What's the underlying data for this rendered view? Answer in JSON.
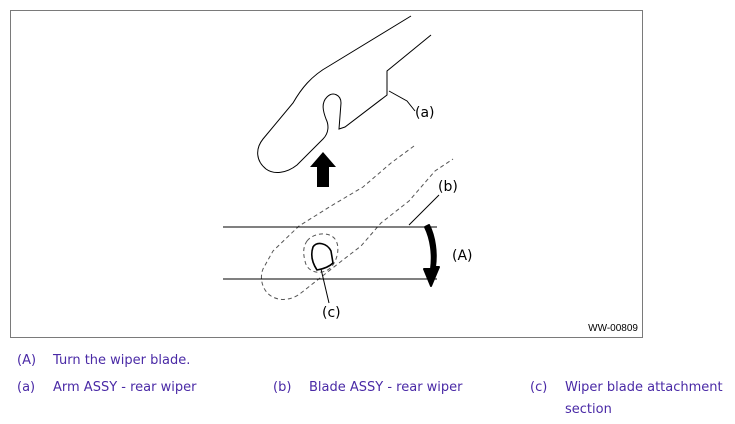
{
  "figure": {
    "code": "WW-00809",
    "callouts": {
      "a": "(a)",
      "b": "(b)",
      "c": "(c)",
      "A": "(A)"
    }
  },
  "legend": {
    "A": {
      "key": "(A)",
      "text": "Turn the wiper blade."
    },
    "a": {
      "key": "(a)",
      "text": "Arm ASSY - rear wiper"
    },
    "b": {
      "key": "(b)",
      "text": "Blade ASSY - rear wiper"
    },
    "c": {
      "key": "(c)",
      "text_line1": "Wiper blade attachment",
      "text_line2": "section"
    }
  },
  "colors": {
    "legend_text": "#4a2aa6",
    "border": "#7a7a7a",
    "drawing": "#000000"
  }
}
